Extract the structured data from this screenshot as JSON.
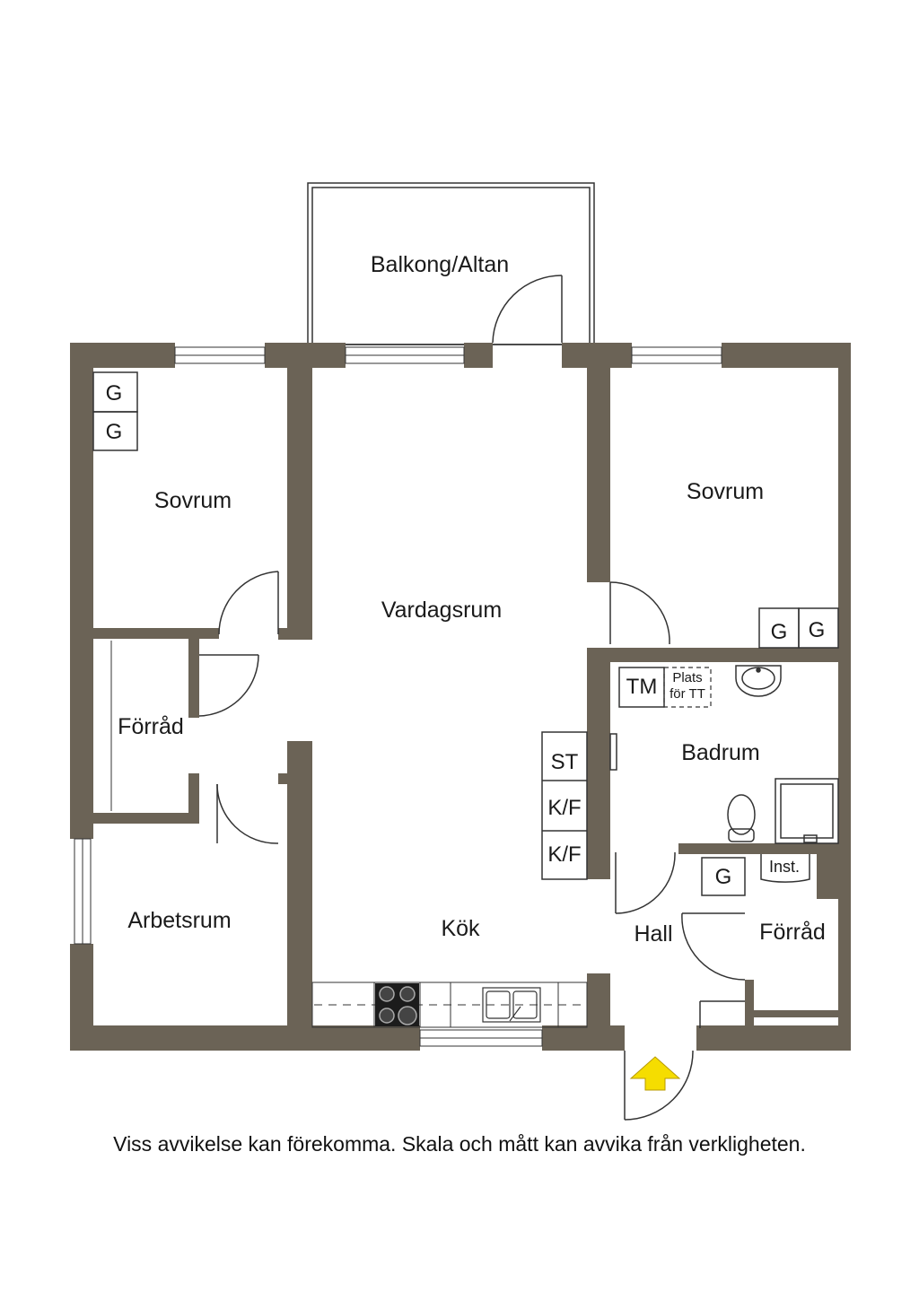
{
  "colors": {
    "wall": "#6b6356",
    "line": "#333333",
    "arrow": "#f5dd00"
  },
  "rooms": {
    "balcony": "Balkong/Altan",
    "bedroom_left": "Sovrum",
    "bedroom_right": "Sovrum",
    "living": "Vardagsrum",
    "storage_left": "Förråd",
    "office": "Arbetsrum",
    "kitchen": "Kök",
    "bathroom": "Badrum",
    "hall": "Hall",
    "storage_right": "Förråd"
  },
  "fixtures": {
    "wardrobe": "G",
    "washing_machine": "TM",
    "dryer_space_line1": "Plats",
    "dryer_space_line2": "för TT",
    "stove_cabinet": "ST",
    "fridge_freezer": "K/F",
    "installation": "Inst."
  },
  "entrance_icon": "entrance-arrow-icon",
  "disclaimer": "Viss avvikelse kan förekomma. Skala och mått kan avvika från verkligheten."
}
